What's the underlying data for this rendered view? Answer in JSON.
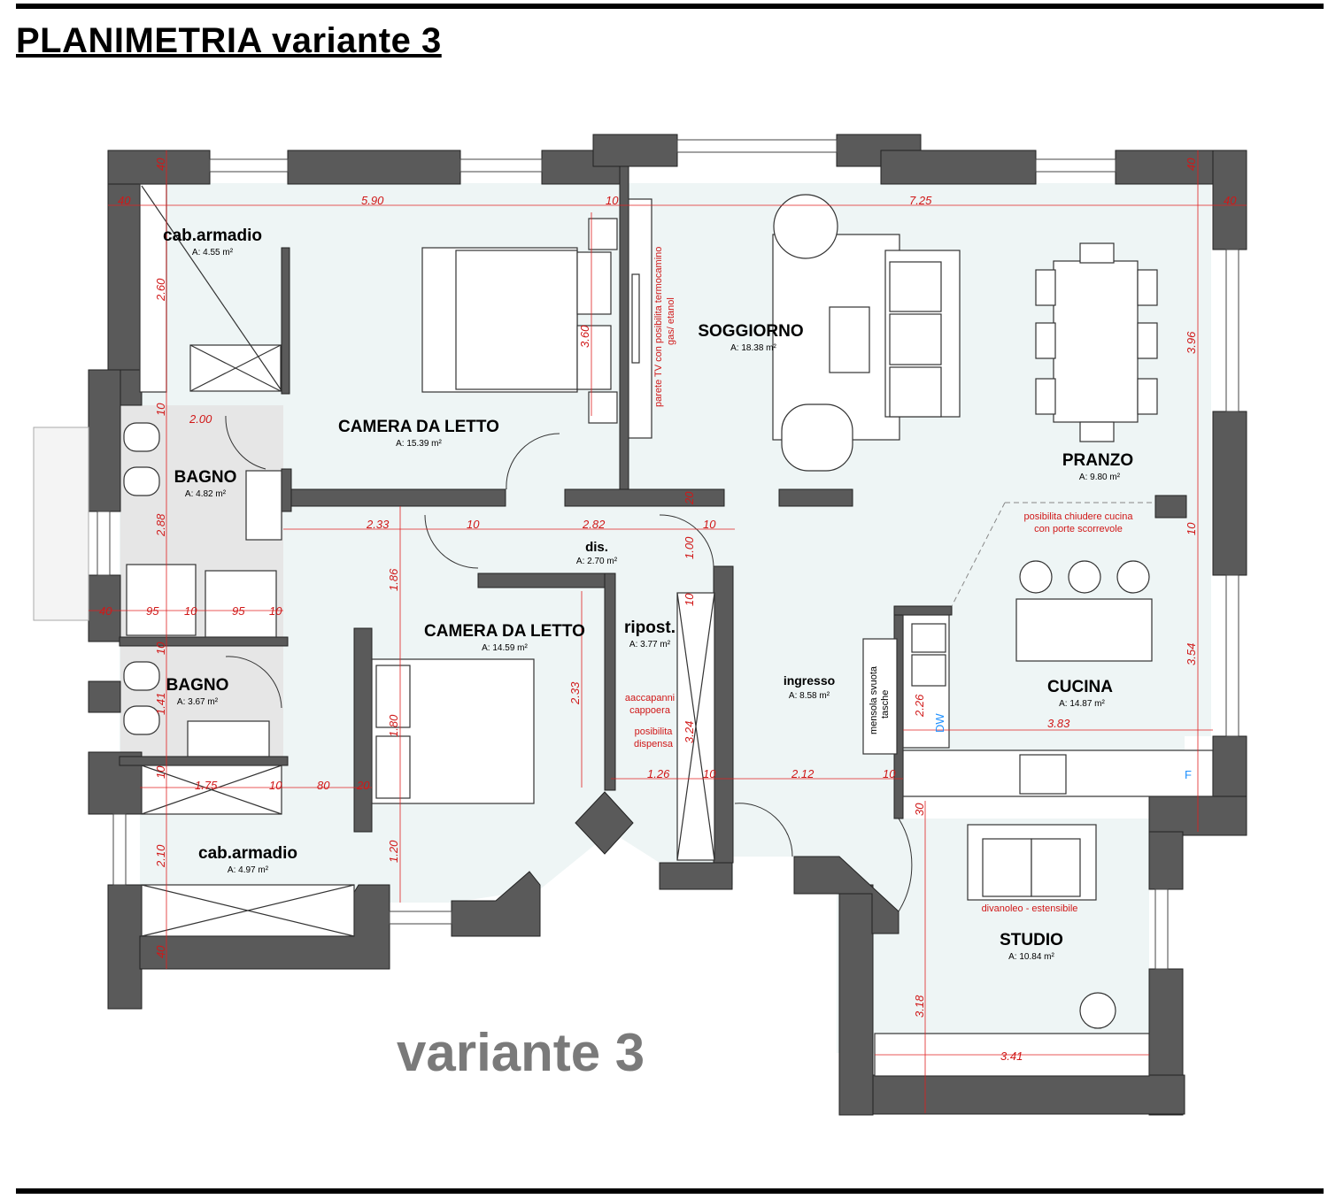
{
  "title": "PLANIMETRIA variante 3",
  "variant_label": "variante 3",
  "colors": {
    "wall": "#5a5a5a",
    "floor": "#eef5f5",
    "bath_floor": "#e6e6e6",
    "dimension": "#d01818",
    "appliance": "#1e90ff"
  },
  "rooms": {
    "cab_armadio_1": {
      "name": "cab.armadio",
      "area": "A: 4.55 m²"
    },
    "camera_1": {
      "name": "CAMERA DA LETTO",
      "area": "A: 15.39 m²"
    },
    "soggiorno": {
      "name": "SOGGIORNO",
      "area": "A: 18.38 m²"
    },
    "pranzo": {
      "name": "PRANZO",
      "area": "A: 9.80 m²"
    },
    "bagno_1": {
      "name": "BAGNO",
      "area": "A: 4.82 m²"
    },
    "dis": {
      "name": "dis.",
      "area": "A: 2.70 m²"
    },
    "camera_2": {
      "name": "CAMERA DA LETTO",
      "area": "A: 14.59 m²"
    },
    "ripost": {
      "name": "ripost.",
      "area": "A: 3.77 m²"
    },
    "bagno_2": {
      "name": "BAGNO",
      "area": "A: 3.67 m²"
    },
    "ingresso": {
      "name": "ingresso",
      "area": "A: 8.58 m²"
    },
    "cucina": {
      "name": "CUCINA",
      "area": "A: 14.87 m²"
    },
    "cab_armadio_2": {
      "name": "cab.armadio",
      "area": "A: 4.97 m²"
    },
    "studio": {
      "name": "STUDIO",
      "area": "A: 10.84 m²"
    }
  },
  "notes": {
    "tv_wall_1": "parete TV con posibilita termocamino",
    "tv_wall_2": "gas/ etanol",
    "kitchen_1": "posibilita chiudere cucina",
    "kitchen_2": "con porte scorrevole",
    "hanger_1": "aaccapanni",
    "hanger_2": "cappoera",
    "pantry_1": "posibilita",
    "pantry_2": "dispensa",
    "shelf_1": "mensola svuota",
    "shelf_2": "tasche",
    "sofa_bed": "divanoleo  - estensibile"
  },
  "appliances": {
    "dishwasher": "DW",
    "fridge": "F"
  },
  "dimensions": {
    "d40a": "40",
    "d40b": "40",
    "d40c": "40",
    "d40d": "40",
    "d40e": "40",
    "d40f": "40",
    "d590": "5.90",
    "d10a": "10",
    "d725": "7.25",
    "d396": "3.96",
    "d260": "2.60",
    "d360": "3.60",
    "d10b": "10",
    "d200": "2.00",
    "d288": "2.88",
    "d233": "2.33",
    "d10c": "10",
    "d282": "2.82",
    "d10d": "10",
    "d20a": "20",
    "d100": "1.00",
    "d10e": "10",
    "d186": "1.86",
    "d95a": "95",
    "d10f": "10",
    "d95b": "95",
    "d10g": "10",
    "d10h": "10",
    "d141": "1.41",
    "d180": "1.80",
    "d233b": "2.33",
    "d324": "3.24",
    "d10i": "10",
    "d354": "3.54",
    "d226": "2.26",
    "d383": "3.83",
    "d10j": "10",
    "d175": "1.75",
    "d10k": "10",
    "d80": "80",
    "d20b": "20",
    "d126": "1.26",
    "d10l": "10",
    "d212": "2.12",
    "d10m": "10",
    "d30": "30",
    "d210": "2.10",
    "d120": "1.20",
    "d318": "3.18",
    "d341": "3.41"
  }
}
